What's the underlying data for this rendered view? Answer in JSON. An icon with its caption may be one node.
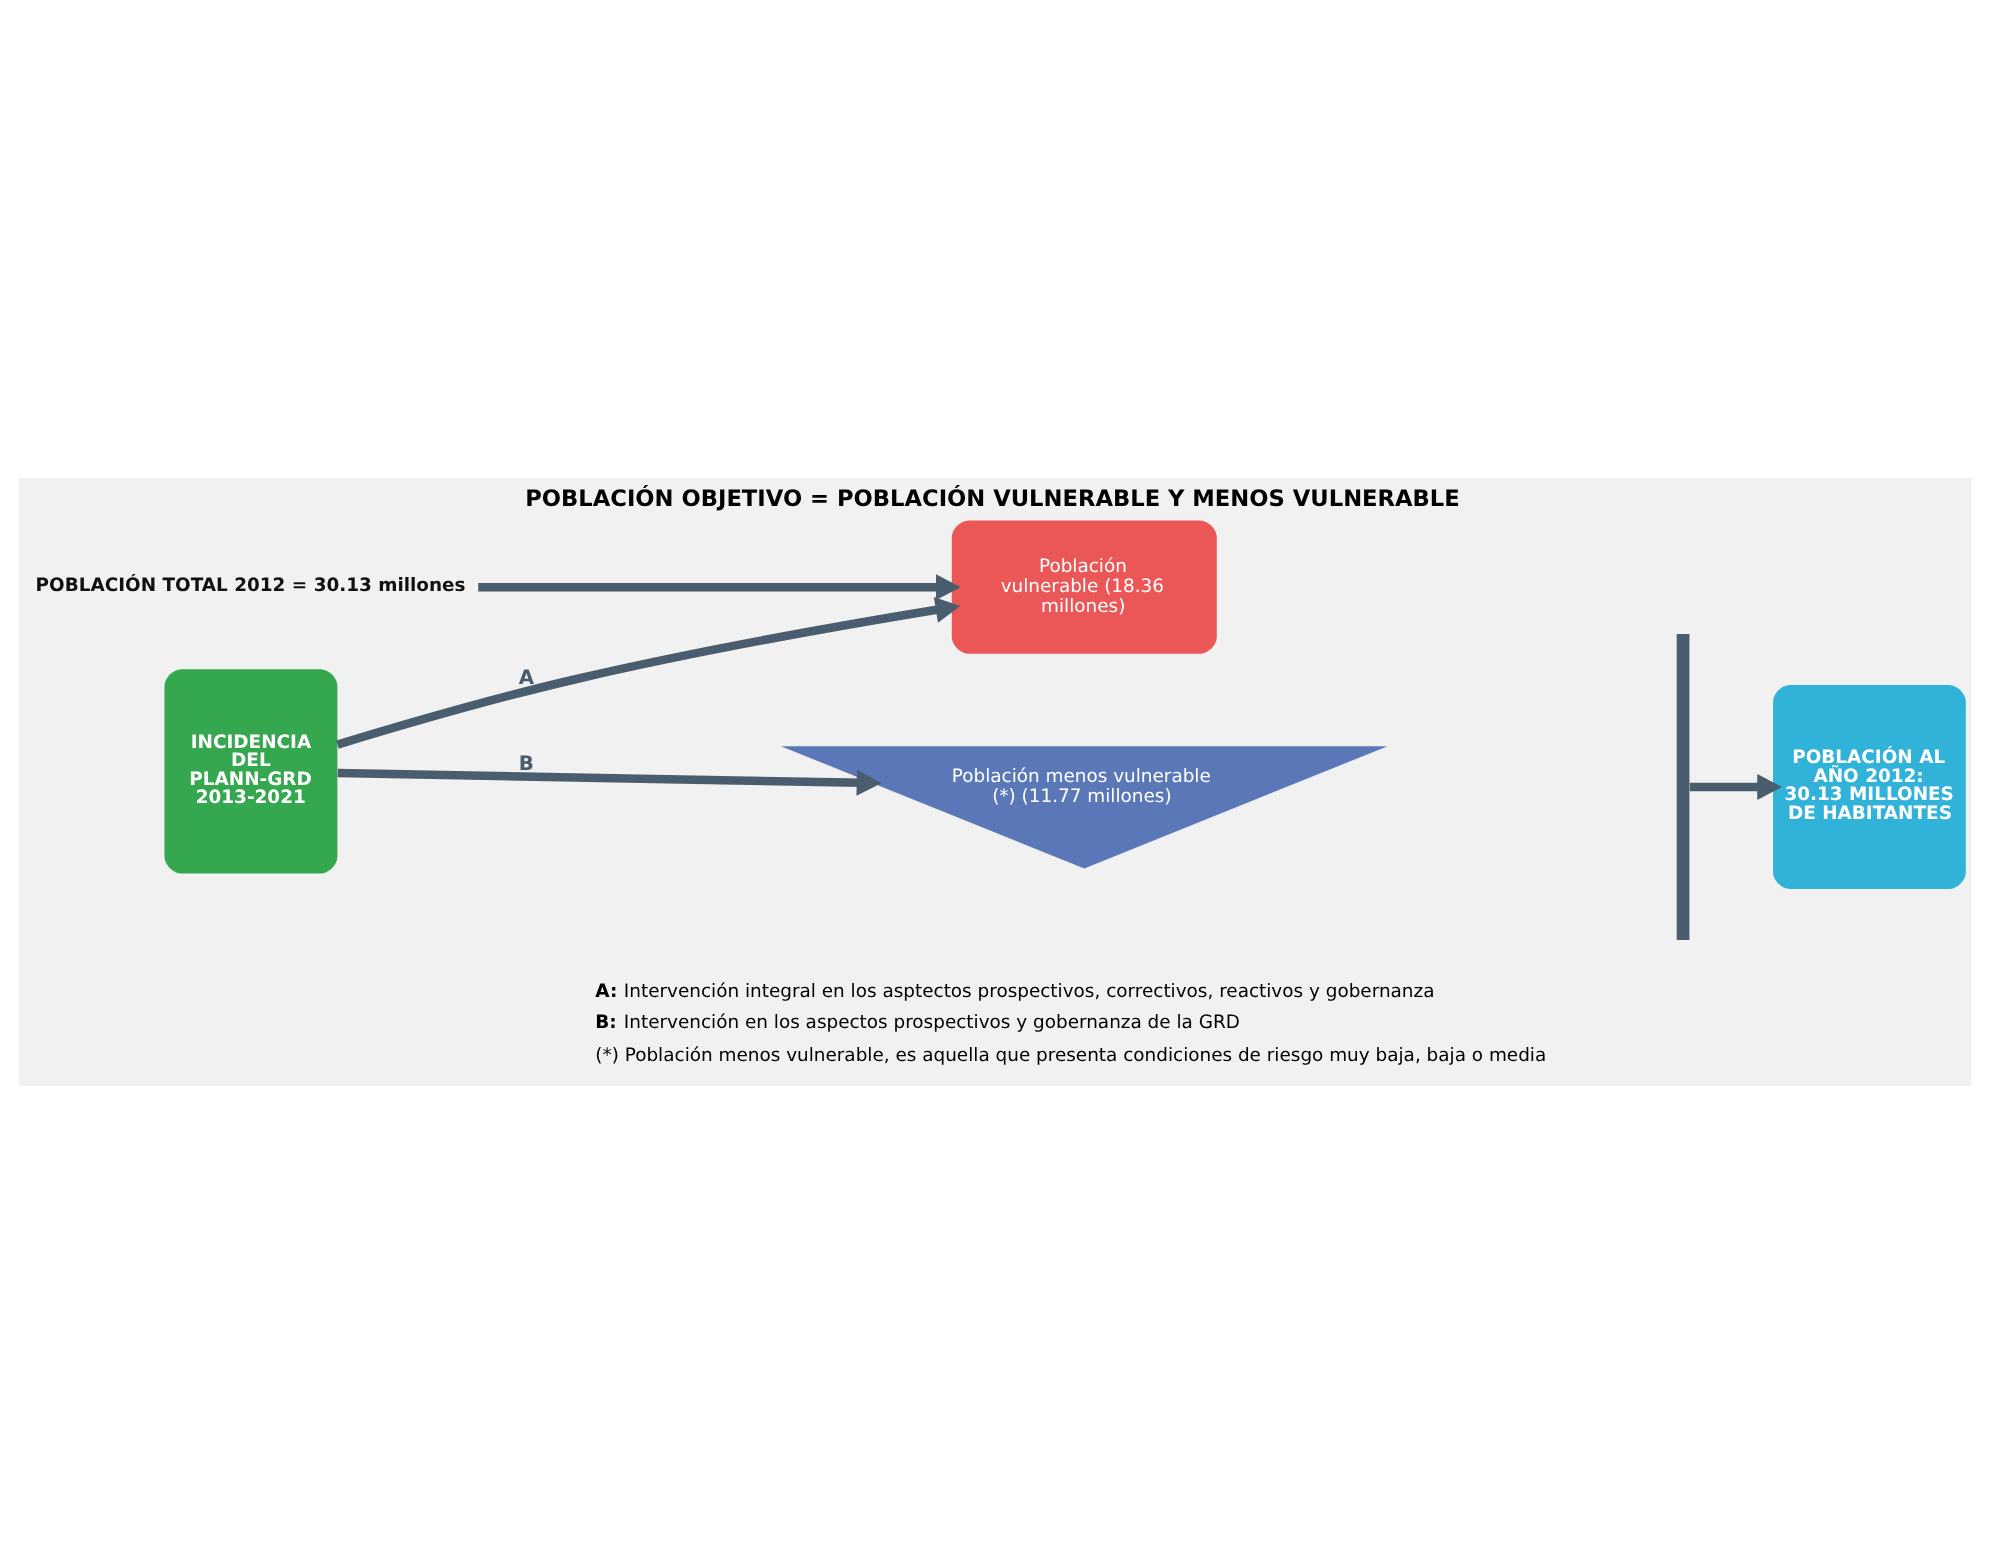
{
  "diagram": {
    "title": "POBLACIÓN OBJETIVO = POBLACIÓN VULNERABLE Y MENOS VULNERABLE",
    "nodes": [
      {
        "text": [
          "POBLACIÓN TOTAL 2012 = 30.13 millones"
        ]
      },
      {
        "text": [
          "INCIDENCIA DEL PLANN-GRD 2013-2021"
        ]
      },
      {
        "text": [
          "Población vulnerable (18.36 millones)"
        ]
      },
      {
        "text": [
          "Población menos vulnerable (*) (11.77 millones)"
        ]
      },
      {
        "text": [],
        "shape": "bracket"
      },
      {
        "text": [
          "POBLACIÓN AL AÑO 2012: 30.13 MILLONES DE HABITANTES"
        ]
      }
    ],
    "edges": [
      {
        "from": 0,
        "to": 2,
        "arrow": "to"
      },
      {
        "from": 1,
        "to": 2,
        "arrow": "to",
        "label": "A"
      },
      {
        "from": 1,
        "to": 3,
        "arrow": "to",
        "label": "B"
      },
      {
        "from": 4,
        "to": 5,
        "arrow": "to"
      }
    ],
    "labels": [
      "**A:** Intervención integral en los asptectos prospectivos, correctivos, reactivos y gobernanza",
      "**B:** Intervención en los aspectos prospectivos y gobernanza de la GRD",
      "(*) Población menos vulnerable, es aquella que presenta condiciones de riesgo muy baja, baja o media"
    ]
  }
}
